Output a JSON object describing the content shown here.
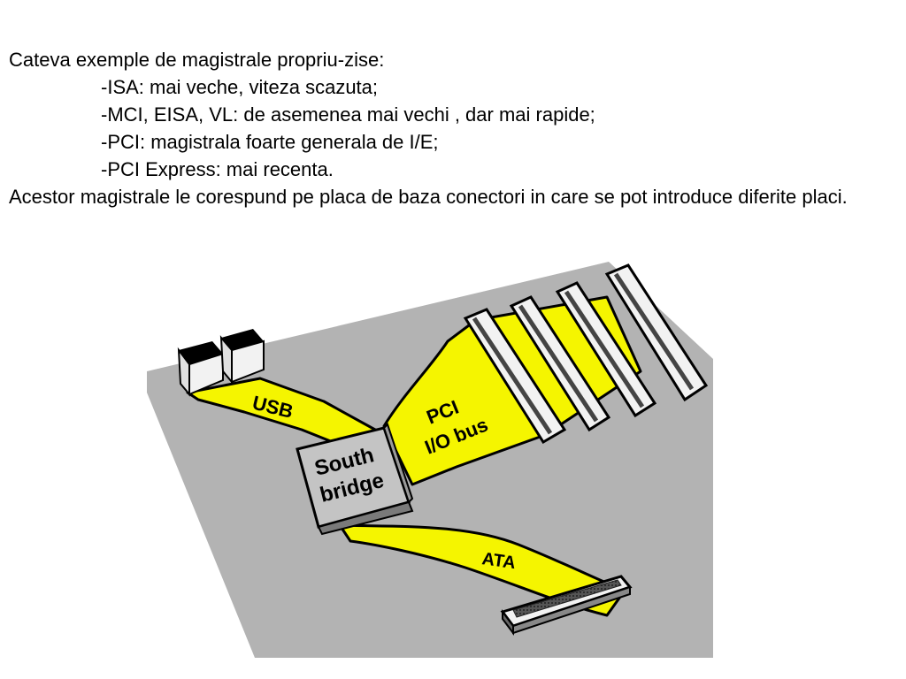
{
  "text": {
    "intro": "Cateva exemple de magistrale propriu-zise:",
    "items": [
      "-ISA: mai veche, viteza scazuta;",
      "-MCI, EISA, VL: de asemenea mai vechi , dar mai rapide;",
      "-PCI: magistrala foarte generala de I/E;",
      "-PCI Express: mai recenta."
    ],
    "conclusion": "Acestor magistrale le corespund pe placa de baza conectori in care se pot introduce diferite placi."
  },
  "diagram": {
    "labels": {
      "usb": "USB",
      "pci_line1": "PCI",
      "pci_line2": "I/O bus",
      "south_line1": "South",
      "south_line2": "bridge",
      "ata": "ATA"
    },
    "colors": {
      "board": "#b3b3b3",
      "bus": "#f5f500",
      "chip": "#c4c4c4",
      "slot": "#f2f2f2",
      "outline": "#000000"
    }
  }
}
